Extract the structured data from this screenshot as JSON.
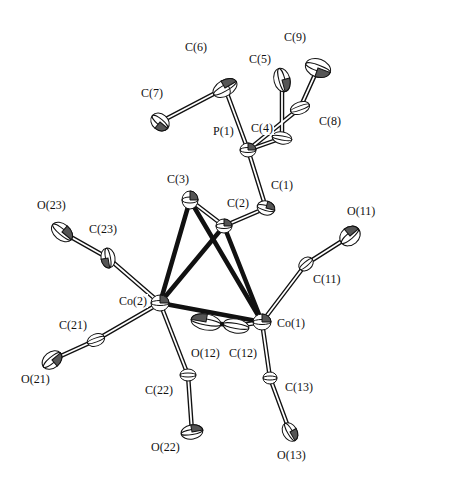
{
  "diagram": {
    "labels": [
      "C(9)",
      "C(6)",
      "C(5)",
      "C(7)",
      "P(1)",
      "C(8)",
      "C(4)",
      "O(23)",
      "C(3)",
      "C(1)",
      "C(23)",
      "C(2)",
      "O(11)",
      "Co(2)",
      "C(11)",
      "Co(1)",
      "C(21)",
      "O(12)",
      "C(12)",
      "O(21)",
      "C(22)",
      "C(13)",
      "O(22)",
      "O(13)"
    ]
  }
}
